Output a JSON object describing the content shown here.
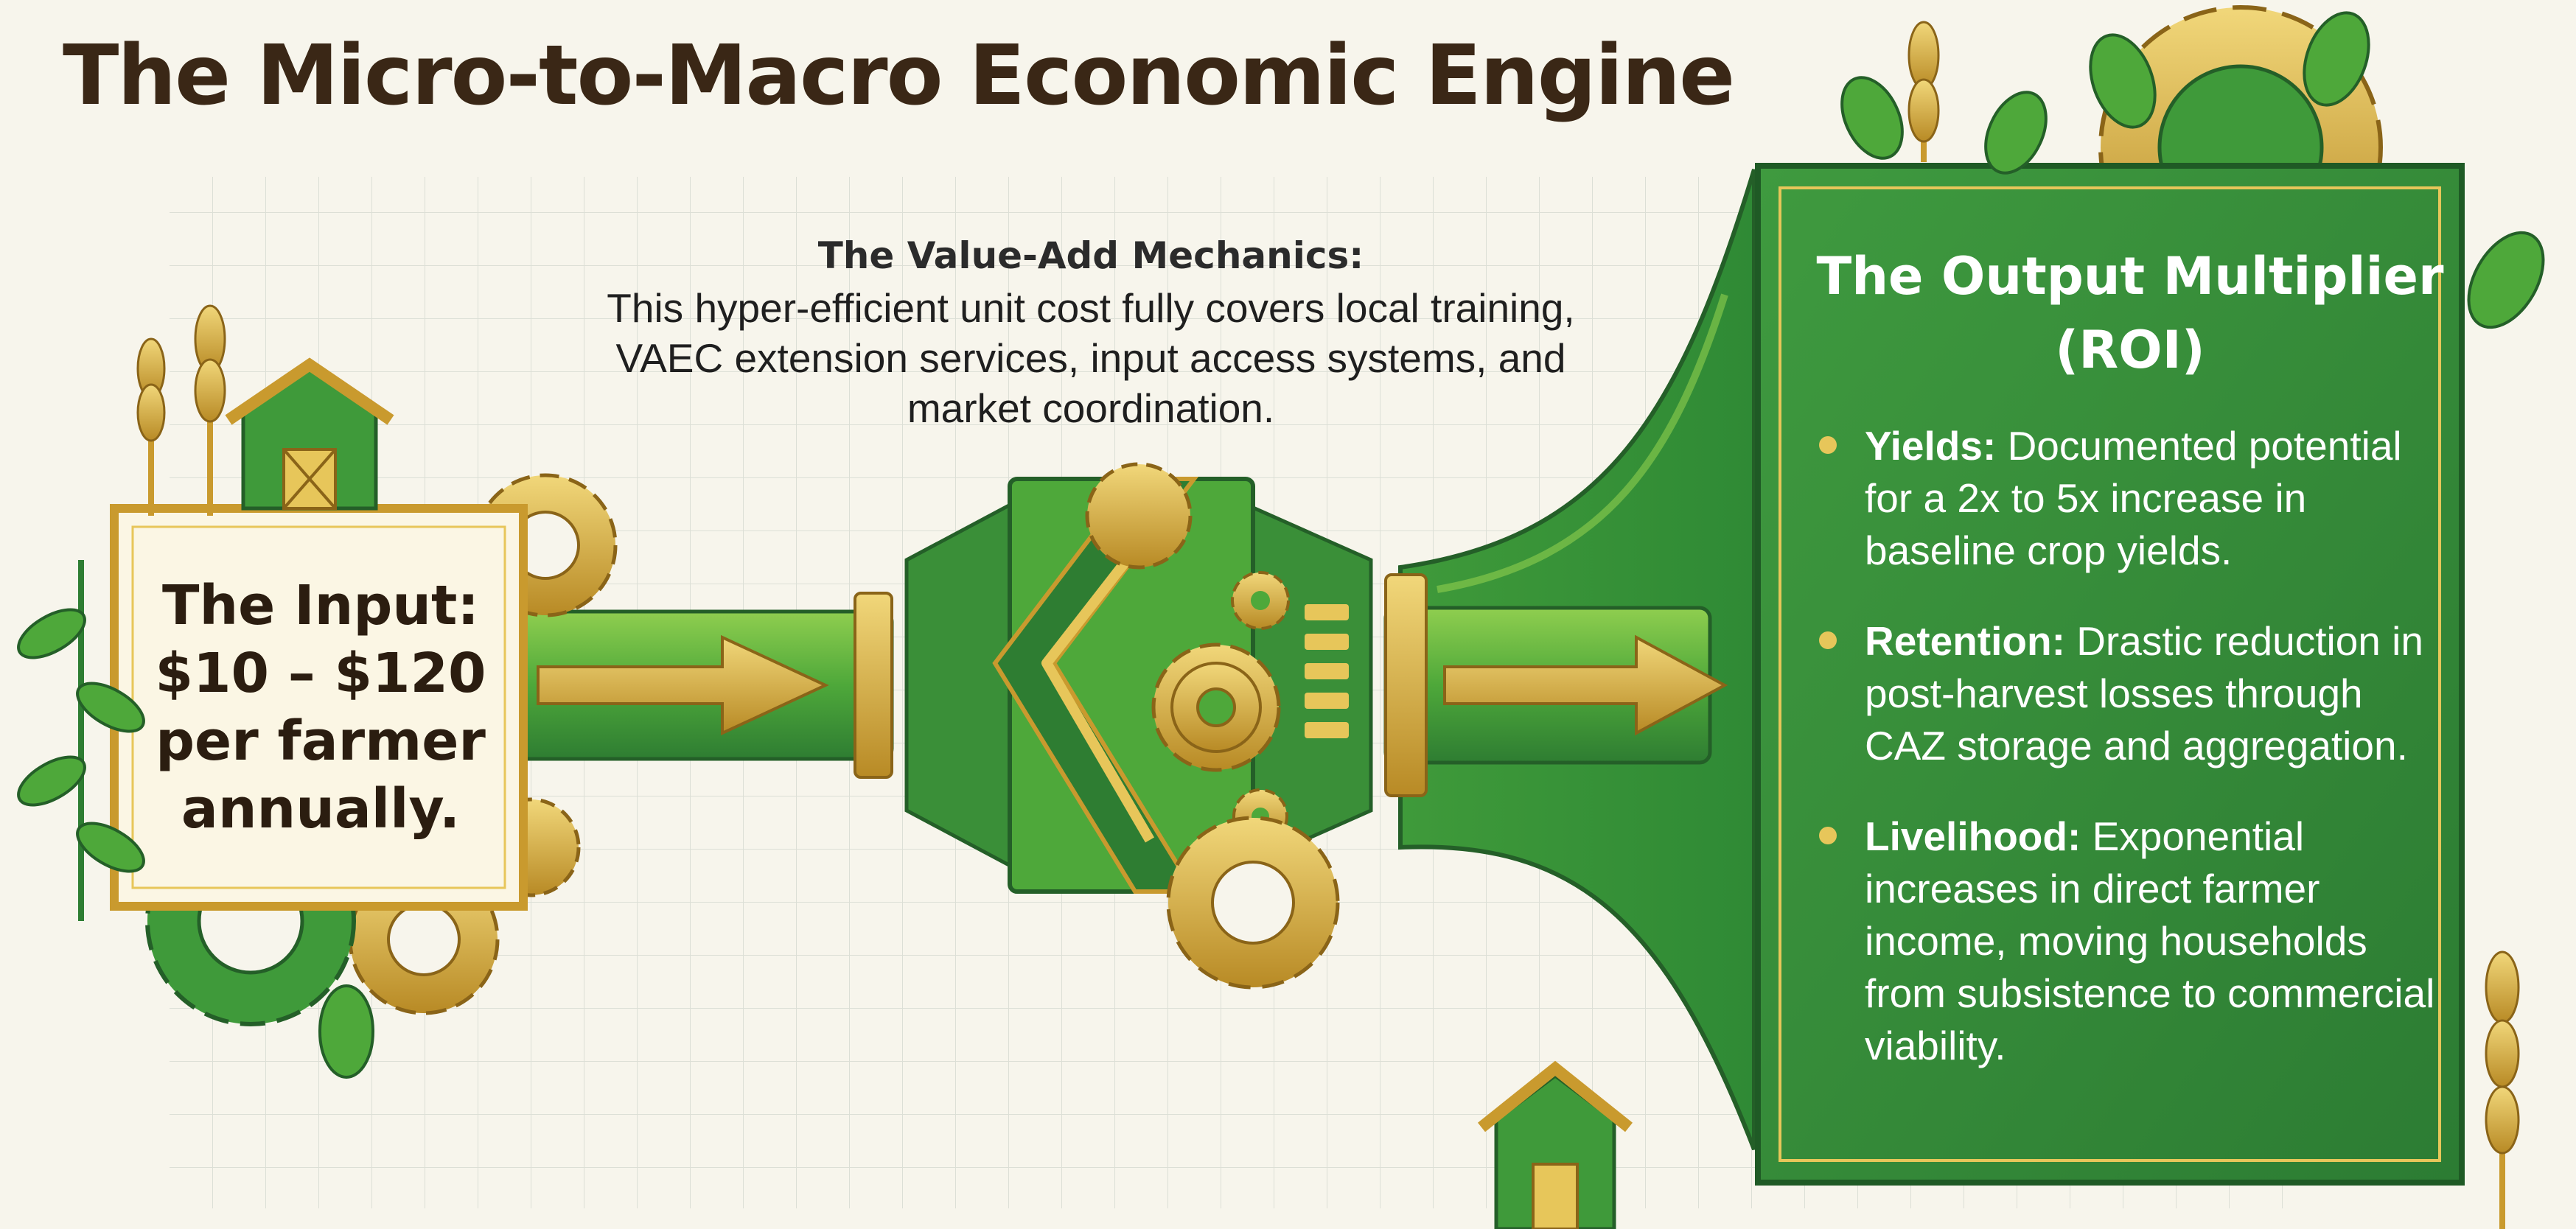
{
  "title": "The Micro-to-Macro Economic Engine",
  "mechanics": {
    "heading": "The Value-Add Mechanics:",
    "body": "This hyper-efficient unit cost fully covers local training, VAEC extension services, input access systems, and market coordination."
  },
  "input": {
    "text": "The Input: $10 – $120 per farmer annually."
  },
  "output": {
    "title": "The Output Multiplier (ROI)",
    "items": [
      {
        "term": "Yields:",
        "text": "Documented potential for a 2x to 5x increase in baseline crop yields."
      },
      {
        "term": "Retention:",
        "text": "Drastic reduction in post-harvest losses through CAZ storage and aggregation."
      },
      {
        "term": "Livelihood:",
        "text": "Exponential increases in direct farmer income, moving households from subsistence to commercial viability."
      }
    ]
  },
  "colors": {
    "green_dark": "#2e7d32",
    "green": "#43a047",
    "green_light": "#7cc142",
    "gold": "#c99a2e",
    "gold_light": "#e7c65a",
    "brown_text": "#3a2716",
    "background": "#f7f5ec"
  },
  "icons": [
    "gear-icon",
    "barn-icon",
    "wheat-icon",
    "leaf-icon",
    "arrow-right-icon"
  ]
}
